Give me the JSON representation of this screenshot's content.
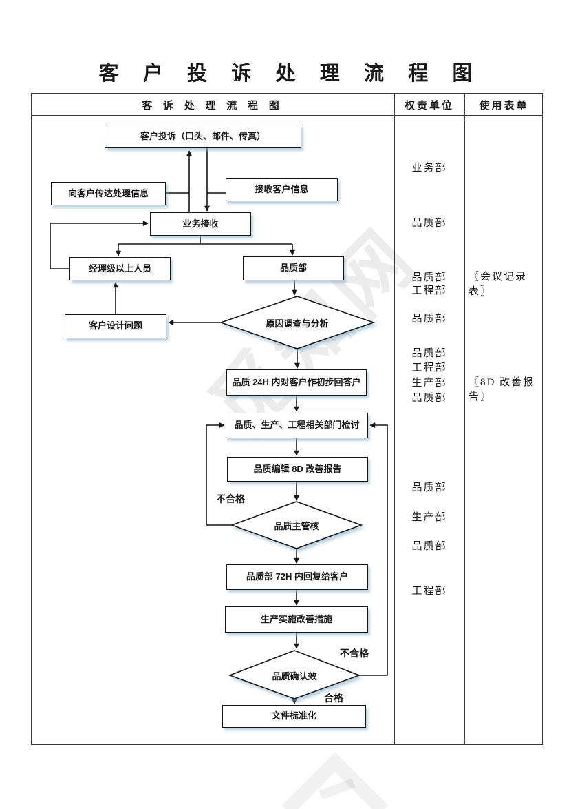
{
  "title": "客 户 投 诉 处 理 流 程 图",
  "table": {
    "flow_column_header": "客 诉 处 理 流 程 图",
    "unit_column_header": "权责单位",
    "form_column_header": "使用表单"
  },
  "flowchart": {
    "nodes": {
      "complaint": "客户投诉（口头、邮件、传真）",
      "convey": "向客户传达处理信息",
      "receive_info": "接收客户信息",
      "business": "业务接收",
      "manager": "经理级以上人员",
      "quality_dept": "品质部",
      "cause": "原因调查与分析",
      "design_issue": "客户设计问题",
      "reply24h": "品质 24H 内对客户作初步回答户",
      "review": "品质、生产、工程相关部门检讨",
      "edit8d": "品质编辑 8D 改善报告",
      "supervisor_check": "品质主管核",
      "reply72h": "品质部 72H 内回复给客户",
      "production": "生产实施改善措施",
      "confirm": "品质确认效",
      "standardize": "文件标准化"
    },
    "labels": {
      "fail_left": "不合格",
      "fail_right": "不合格",
      "pass": "合格"
    }
  },
  "responsible_units": [
    "业务部",
    "品质部",
    "品质部",
    "工程部",
    "品质部",
    "品质部",
    "工程部",
    "生产部",
    "品质部",
    "品质部",
    "生产部",
    "品质部",
    "工程部"
  ],
  "forms": [
    "〖会议记录表〗",
    "〖8D 改善报告〗"
  ],
  "watermark": "觅知网",
  "colors": {
    "line": "#161616",
    "shadow": "#88b2ce"
  }
}
